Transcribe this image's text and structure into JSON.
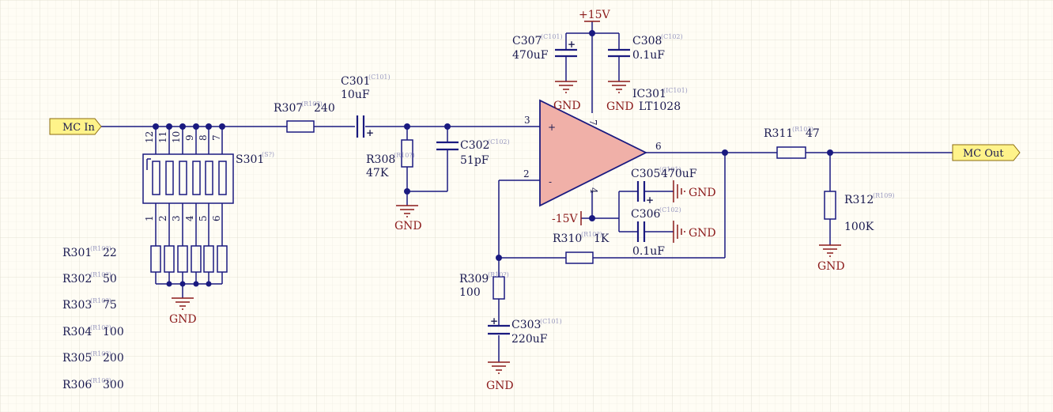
{
  "ports": {
    "input": "MC In",
    "output": "MC Out"
  },
  "power": {
    "positive": "+15V",
    "negative": "-15V",
    "ground": "GND"
  },
  "ic": {
    "designator": "IC301",
    "subref": "(IC101)",
    "part": "LT1028",
    "pin_plus": "3",
    "pin_minus": "2",
    "pin_out": "6",
    "pin_vpos": "7",
    "pin_vneg": "4",
    "sym_plus": "+",
    "sym_minus": "-"
  },
  "switch": {
    "designator": "S301",
    "subref": "(S?)",
    "top_pins": [
      "12",
      "11",
      "10",
      "9",
      "8",
      "7"
    ],
    "bottom_pins": [
      "1",
      "2",
      "3",
      "4",
      "5",
      "6"
    ]
  },
  "components": {
    "R307": {
      "designator": "R307",
      "subref": "(R10?)",
      "value": "240"
    },
    "C301": {
      "designator": "C301",
      "subref": "(C101)",
      "value": "10uF"
    },
    "R308": {
      "designator": "R308",
      "subref": "(R10?)",
      "value": "47K"
    },
    "C302": {
      "designator": "C302",
      "subref": "(C102)",
      "value": "51pF"
    },
    "C307": {
      "designator": "C307",
      "subref": "(C101)",
      "value": "470uF"
    },
    "C308": {
      "designator": "C308",
      "subref": "(C102)",
      "value": "0.1uF"
    },
    "C305": {
      "designator": "C305",
      "subref": "(C101)",
      "value": "470uF"
    },
    "C306": {
      "designator": "C306",
      "subref": "(C102)",
      "value": "0.1uF"
    },
    "R310": {
      "designator": "R310",
      "subref": "(R10?)",
      "value": "1K"
    },
    "R309": {
      "designator": "R309",
      "subref": "(R10?)",
      "value": "100"
    },
    "C303": {
      "designator": "C303",
      "subref": "(C101)",
      "value": "220uF"
    },
    "R311": {
      "designator": "R311",
      "subref": "(R10?)",
      "value": "47"
    },
    "R312": {
      "designator": "R312",
      "subref": "(R109)",
      "value": "100K"
    }
  },
  "load_resistors": [
    {
      "designator": "R301",
      "subref": "(R10?)",
      "value": "22"
    },
    {
      "designator": "R302",
      "subref": "(R10?)",
      "value": "50"
    },
    {
      "designator": "R303",
      "subref": "(R10?)",
      "value": "75"
    },
    {
      "designator": "R304",
      "subref": "(R10?)",
      "value": "100"
    },
    {
      "designator": "R305",
      "subref": "(R10?)",
      "value": "200"
    },
    {
      "designator": "R306",
      "subref": "(R10?)",
      "value": "300"
    }
  ],
  "colors": {
    "background": "#fffdf5",
    "grid": "#e8e6dc",
    "wire": "#1a1a80",
    "power": "#8b1a1a",
    "opamp_fill": "#f0b0a8",
    "port_fill": "#fff38a"
  }
}
